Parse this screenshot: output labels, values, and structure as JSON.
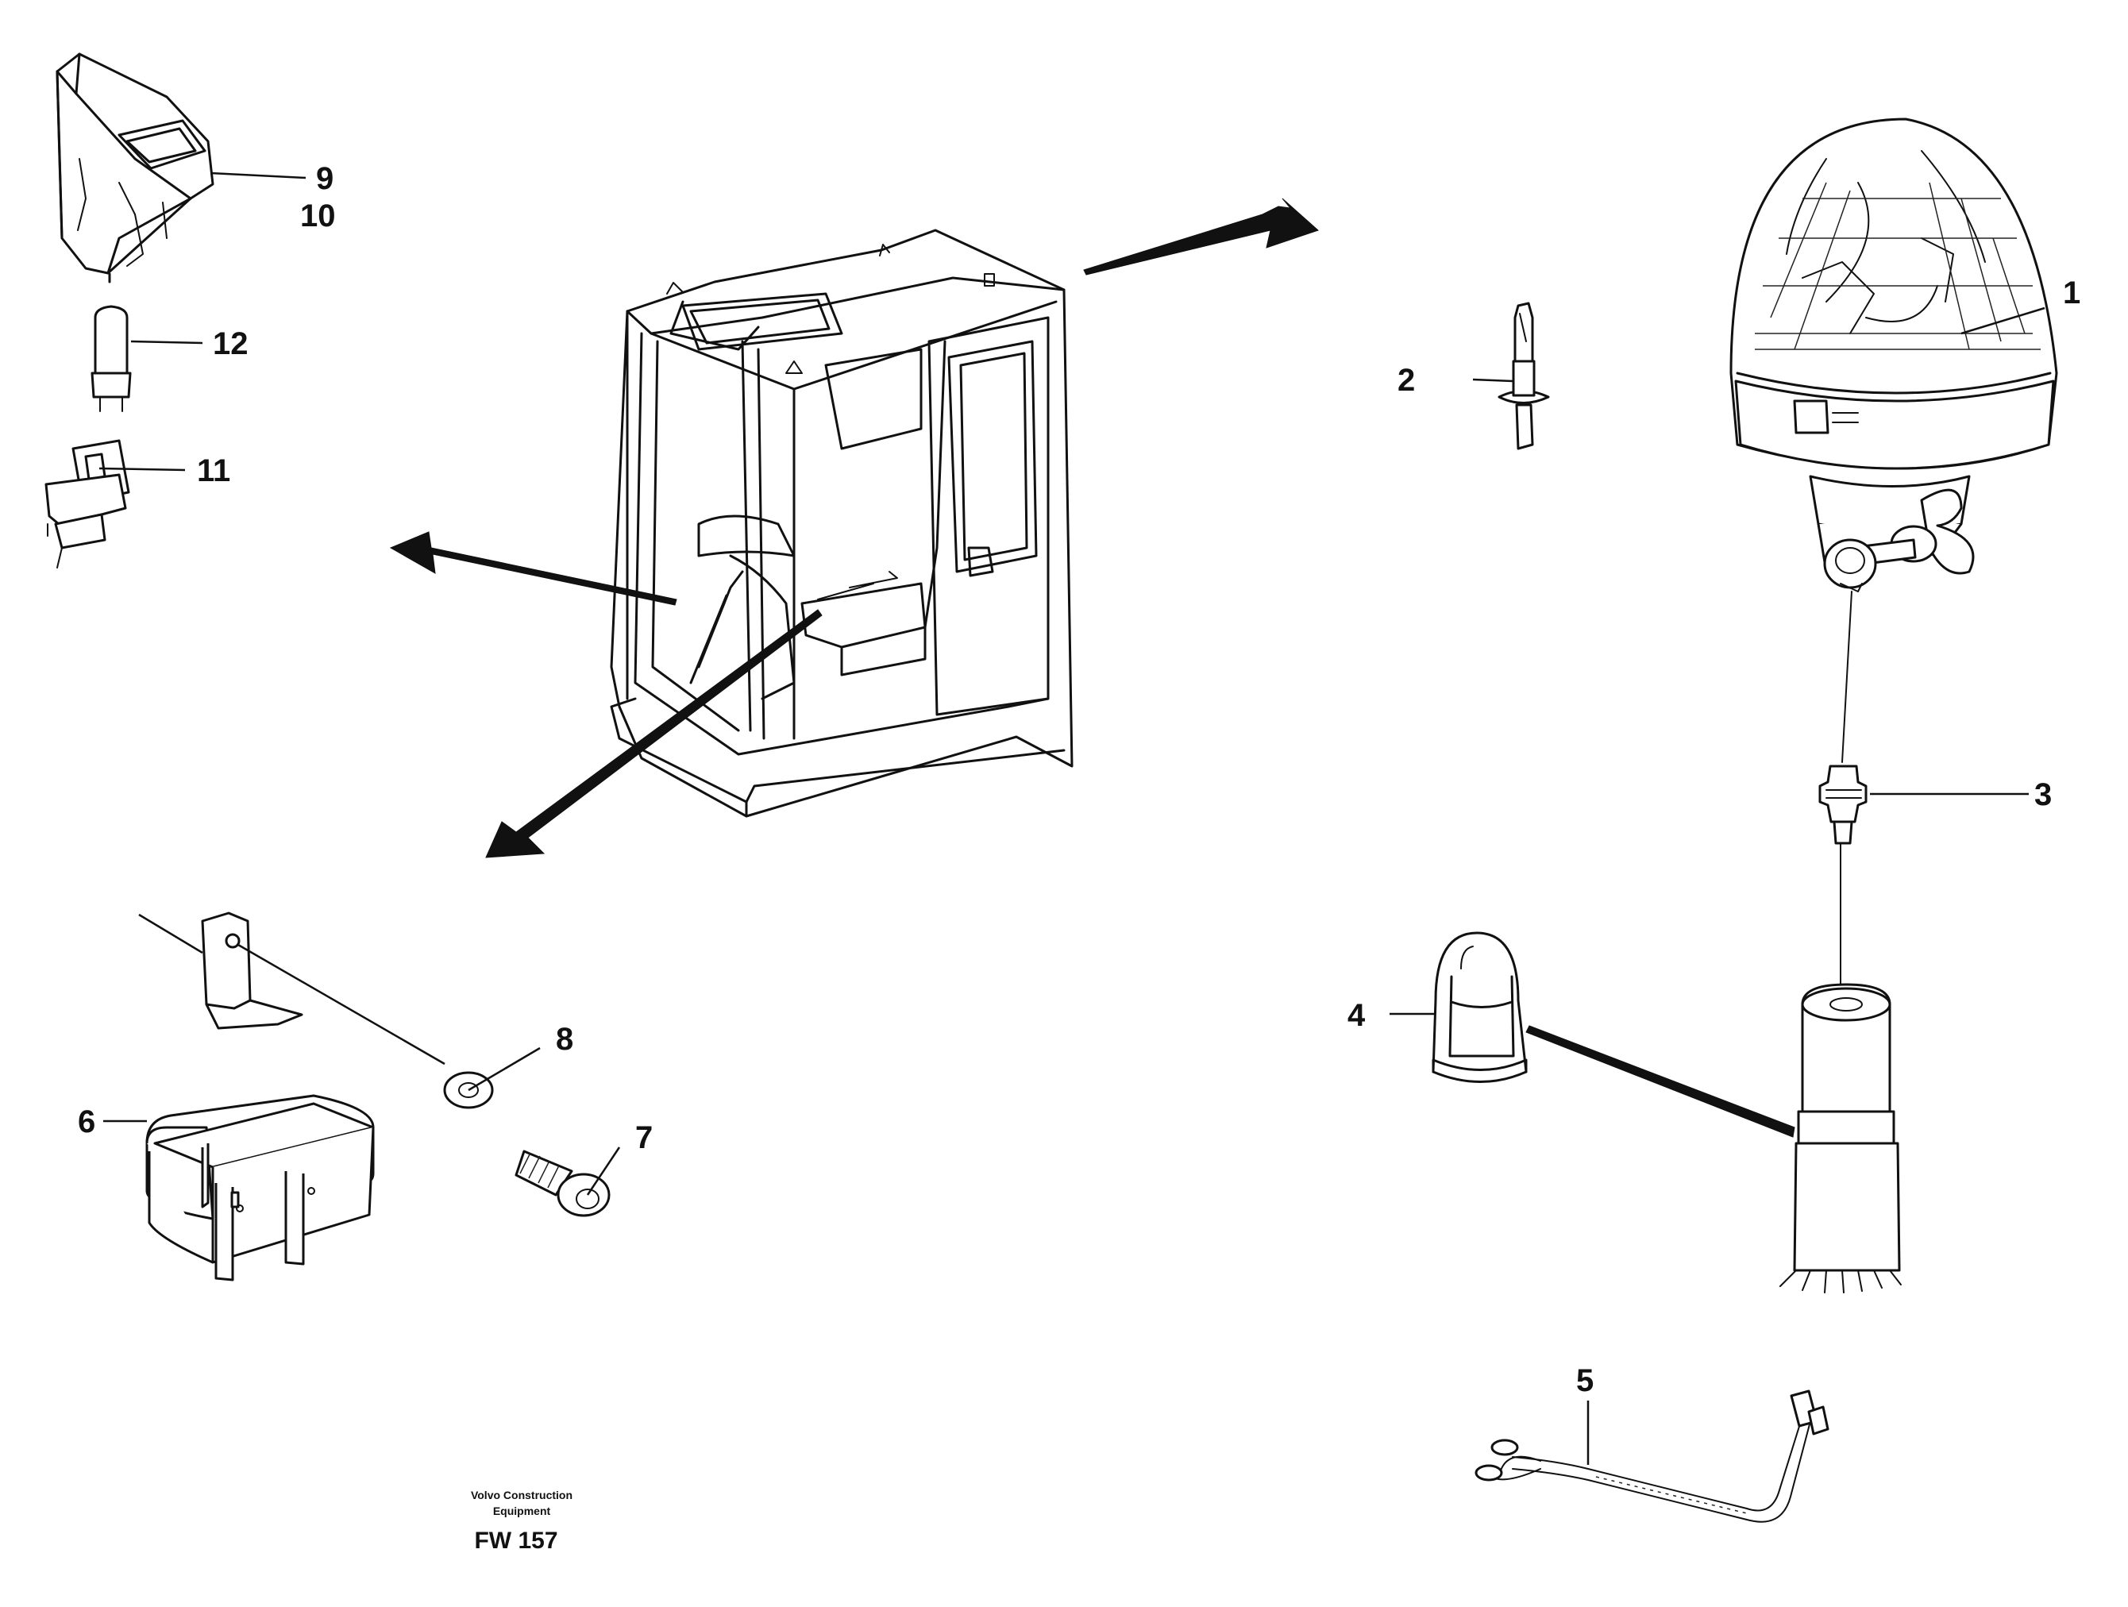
{
  "callouts": {
    "c1": "1",
    "c2": "2",
    "c3": "3",
    "c4": "4",
    "c5": "5",
    "c6": "6",
    "c7": "7",
    "c8": "8",
    "c9": "9",
    "c10": "10",
    "c11": "11",
    "c12": "12"
  },
  "footer": {
    "line1": "Volvo Construction",
    "line2": "Equipment",
    "code": "FW 157"
  }
}
